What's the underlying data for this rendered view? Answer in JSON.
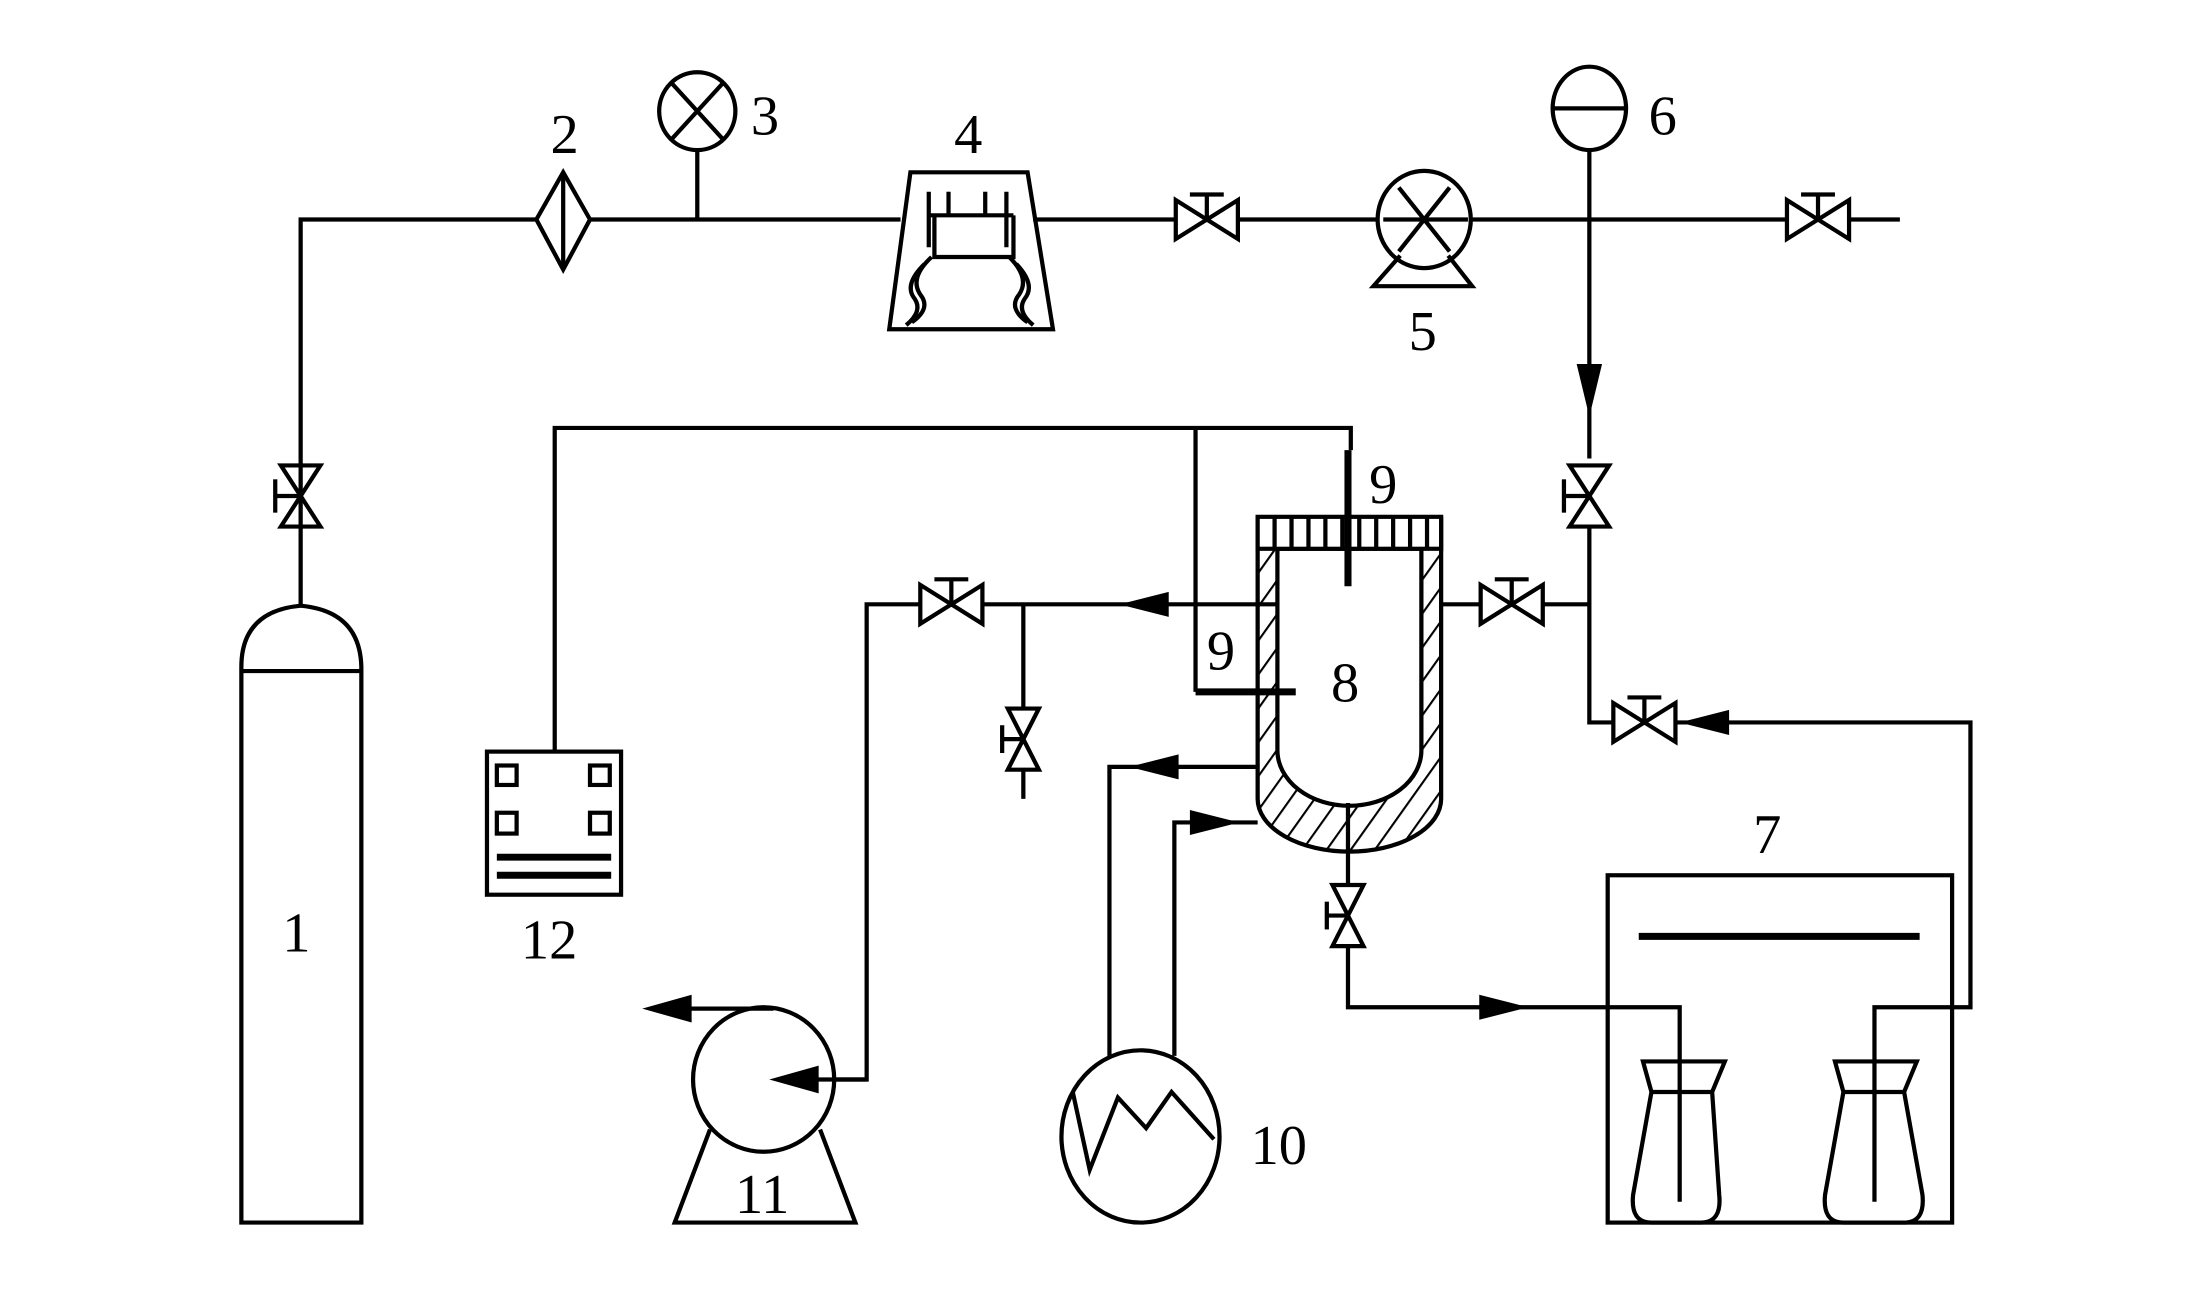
{
  "diagram": {
    "type": "process flow schematic",
    "colors": {
      "line": "#000000",
      "background": "#ffffff"
    },
    "components": [
      {
        "id": "1",
        "label": "1",
        "icon": "gas-cylinder"
      },
      {
        "id": "2",
        "label": "2",
        "icon": "filter"
      },
      {
        "id": "3",
        "label": "3",
        "icon": "pressure-gauge"
      },
      {
        "id": "4",
        "label": "4",
        "icon": "pressure-regulator"
      },
      {
        "id": "5",
        "label": "5",
        "icon": "compressor-pump"
      },
      {
        "id": "6",
        "label": "6",
        "icon": "gauge-meter"
      },
      {
        "id": "7",
        "label": "7",
        "icon": "water-bath-with-flasks"
      },
      {
        "id": "8",
        "label": "8",
        "icon": "jacketed-reactor"
      },
      {
        "id": "9a",
        "label": "9",
        "icon": "sensor-probe-top"
      },
      {
        "id": "9b",
        "label": "9",
        "icon": "sensor-probe-side"
      },
      {
        "id": "10",
        "label": "10",
        "icon": "heater-circulator"
      },
      {
        "id": "11",
        "label": "11",
        "icon": "vacuum-pump"
      },
      {
        "id": "12",
        "label": "12",
        "icon": "control-panel"
      }
    ]
  }
}
